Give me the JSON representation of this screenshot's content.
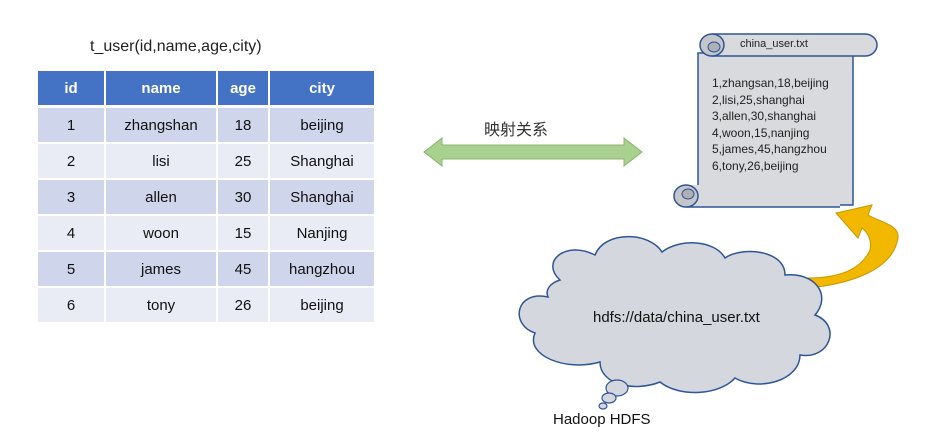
{
  "table": {
    "title": "t_user(id,name,age,city)",
    "headers": [
      "id",
      "name",
      "age",
      "city"
    ],
    "rows": [
      [
        "1",
        "zhangshan",
        "18",
        "beijing"
      ],
      [
        "2",
        "lisi",
        "25",
        "Shanghai"
      ],
      [
        "3",
        "allen",
        "30",
        "Shanghai"
      ],
      [
        "4",
        "woon",
        "15",
        "Nanjing"
      ],
      [
        "5",
        "james",
        "45",
        "hangzhou"
      ],
      [
        "6",
        "tony",
        "26",
        "beijing"
      ]
    ]
  },
  "mapping": {
    "label": "映射关系"
  },
  "file": {
    "name": "china_user.txt",
    "lines": [
      "1,zhangsan,18,beijing",
      "2,lisi,25,shanghai",
      "3,allen,30,shanghai",
      "4,woon,15,nanjing",
      "5,james,45,hangzhou",
      "6,tony,26,beijing"
    ]
  },
  "hdfs": {
    "path": "hdfs://data/china_user.txt",
    "label": "Hadoop HDFS"
  },
  "colors": {
    "header": "#4472c4",
    "row_odd": "#cfd5ea",
    "row_even": "#e9ebf5",
    "arrow_green": "#a9d18e",
    "arrow_gold": "#f2b800",
    "cloud_fill": "#d4d7de",
    "scroll_fill": "#d9dadd",
    "scroll_stroke": "#2f5597"
  }
}
